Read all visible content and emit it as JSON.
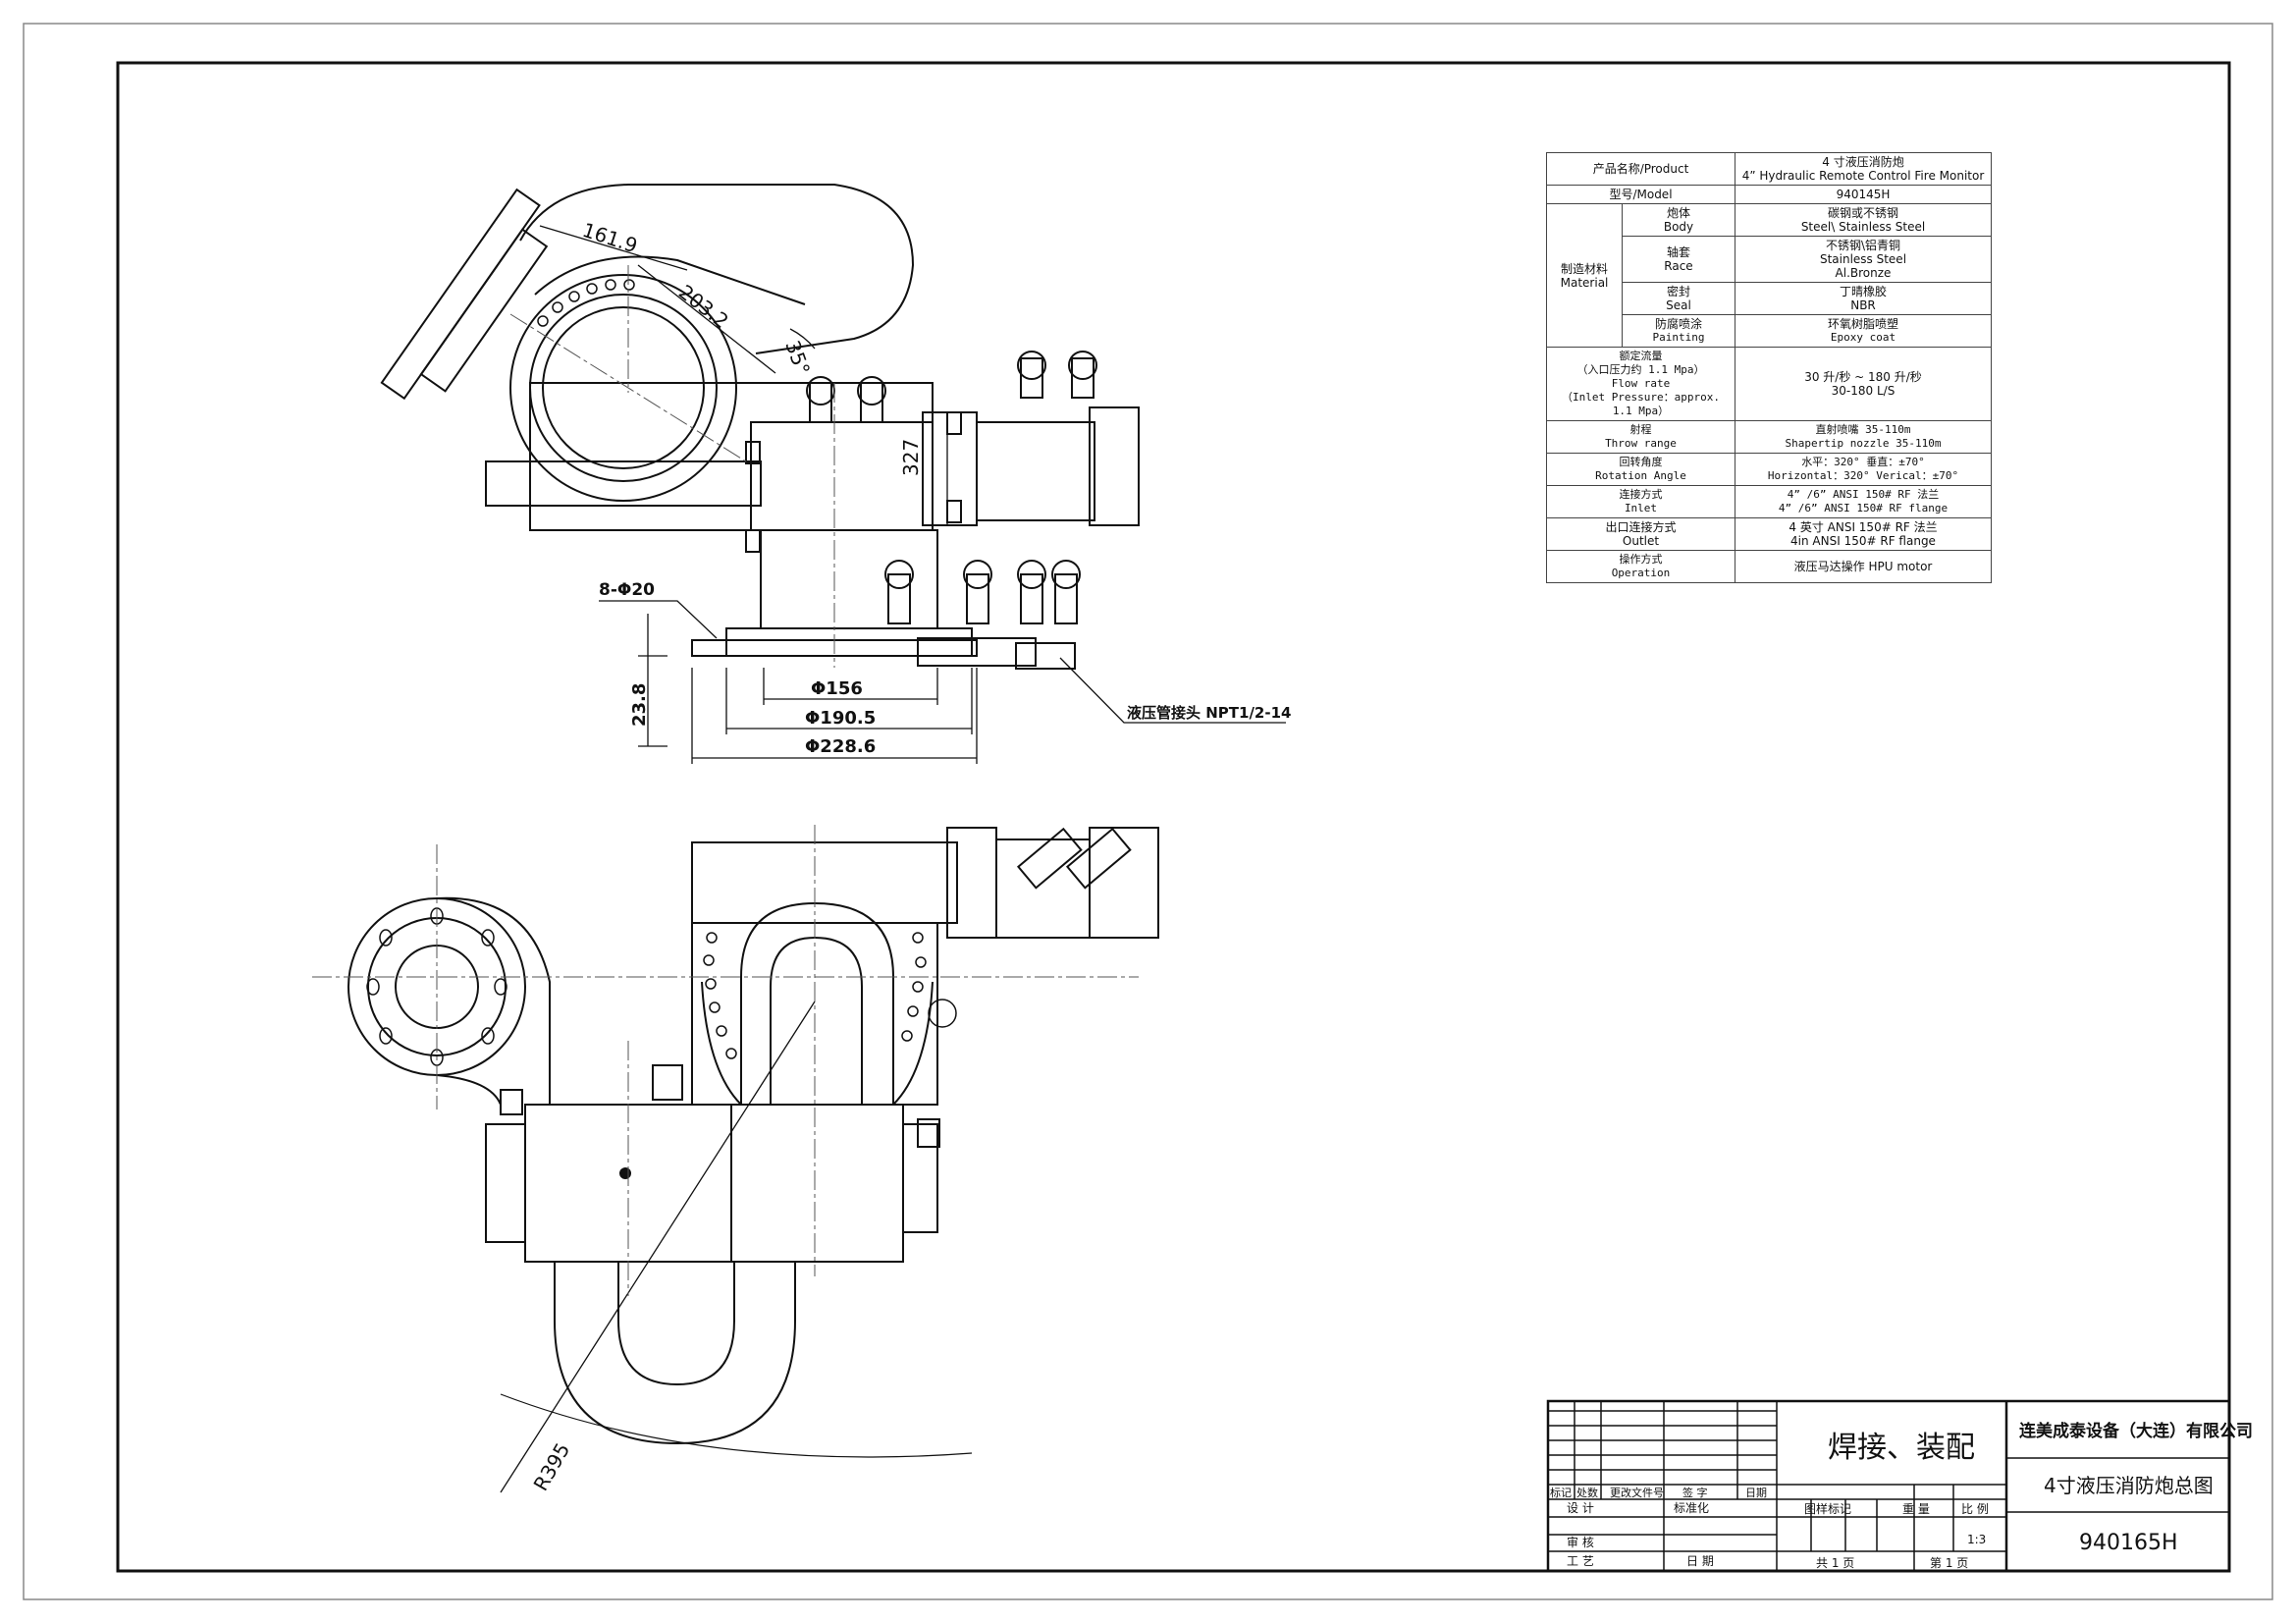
{
  "spec_table": {
    "product": {
      "label": "产品名称/Product",
      "value_cn": "4 寸液压消防炮",
      "value_en": "4” Hydraulic Remote Control Fire Monitor"
    },
    "model": {
      "label": "型号/Model",
      "value": "940145H"
    },
    "material_label_cn": "制造材料",
    "material_label_en": "Material",
    "materials": [
      {
        "cn": "炮体",
        "en": "Body",
        "value_cn": "碳钢或不锈钢",
        "value_en": "Steel\\ Stainless Steel"
      },
      {
        "cn": "轴套",
        "en": "Race",
        "value_cn": "不锈钢\\铝青铜",
        "value_en": "Stainless Steel",
        "value_en2": "Al.Bronze"
      },
      {
        "cn": "密封",
        "en": "Seal",
        "value_cn": "丁晴橡胶",
        "value_en": "NBR"
      },
      {
        "cn": "防腐喷涂",
        "en": "Painting",
        "value_cn": "环氧树脂喷塑",
        "value_en": "Epoxy coat"
      }
    ],
    "flow": {
      "l1": "额定流量",
      "l2": "（入口压力约 1.1 Mpa）",
      "l3": "Flow  rate",
      "l4": "（Inlet Pressure：approx.",
      "l5": "1.1 Mpa）",
      "v1": "30 升/秒 ~ 180 升/秒",
      "v2": "30-180 L/S"
    },
    "throw": {
      "cn": "射程",
      "en": "Throw range",
      "v1": "直射喷嘴 35-110m",
      "v2": "Shapertip nozzle 35-110m"
    },
    "rotation": {
      "cn": "回转角度",
      "en": "Rotation Angle",
      "v1": "水平：320°  垂直：±70°",
      "v2": "Horizontal：320°  Verical：±70°"
    },
    "inlet": {
      "cn": "连接方式",
      "en": "Inlet",
      "v1": "4” /6” ANSI 150# RF 法兰",
      "v2": "4” /6”  ANSI  150# RF flange"
    },
    "outlet": {
      "cn": "出口连接方式",
      "en": "Outlet",
      "v1": "4 英寸 ANSI 150# RF 法兰",
      "v2": "4in ANSI   150# RF flange"
    },
    "operation": {
      "cn": "操作方式",
      "en": "Operation",
      "v1": "液压马达操作  HPU motor"
    }
  },
  "dimensions": {
    "d1": "161.9",
    "d2": "203.2",
    "d3": "35°",
    "d4": "327",
    "bolt": "8-Φ20",
    "dia1": "Φ156",
    "dia2": "Φ190.5",
    "dia3": "Φ228.6",
    "h1": "23.8",
    "fitting": "液压管接头 NPT1/2-14",
    "radius": "R395"
  },
  "title_block": {
    "process": "焊接、装配",
    "company": "连美成泰设备（大连）有限公司",
    "drawing_title": "4寸液压消防炮总图",
    "drawing_no": "940165H",
    "hdr_mark": "标记",
    "hdr_count": "处数",
    "hdr_doc": "更改文件号",
    "hdr_sign": "签 字",
    "hdr_date": "日期",
    "design": "设 计",
    "standard": "标准化",
    "review": "审 核",
    "craft": "工 艺",
    "date2": "日 期",
    "pattern_mark": "图样标记",
    "weight": "重 量",
    "scale_label": "比 例",
    "scale": "1:3",
    "total_pages": "共  1  页",
    "page": "第  1  页"
  },
  "colors": {
    "line": "#111111",
    "table_border": "#444444",
    "center_line": "#555555"
  }
}
